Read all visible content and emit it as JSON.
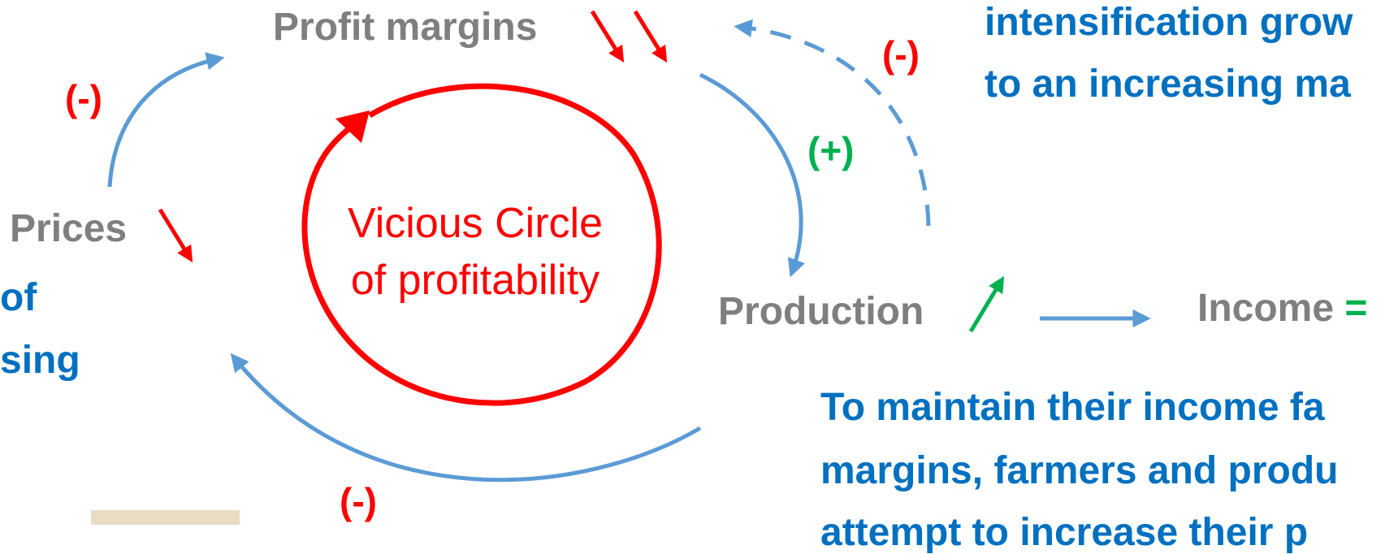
{
  "nodes": {
    "profit_margins": "Profit margins",
    "prices": "Prices",
    "production": "Production",
    "income": "Income"
  },
  "center": {
    "line1": "Vicious Circle",
    "line2": "of profitability"
  },
  "signs": {
    "prices_to_margins": "(-)",
    "margins_to_production": "(+)",
    "production_to_margins": "(-)",
    "production_to_prices": "(-)"
  },
  "income_symbol": "=",
  "left_text": {
    "line1": "of",
    "line2": "sing"
  },
  "top_right_text": {
    "line1": "intensification grow",
    "line2": "to an increasing ma"
  },
  "bottom_right_text": {
    "line1": "To maintain their income fa",
    "line2": "margins, farmers and produ",
    "line3": "attempt to increase their p"
  },
  "icons": {
    "margins_trend": "double-down-arrow-icon",
    "prices_trend": "down-arrow-icon",
    "production_trend": "up-arrow-icon"
  },
  "colors": {
    "cycle_red": "#ff0000",
    "link_blue": "#5b9bd5",
    "text_blue": "#0070c0",
    "node_gray": "#7f7f7f",
    "positive_green": "#00b050"
  }
}
